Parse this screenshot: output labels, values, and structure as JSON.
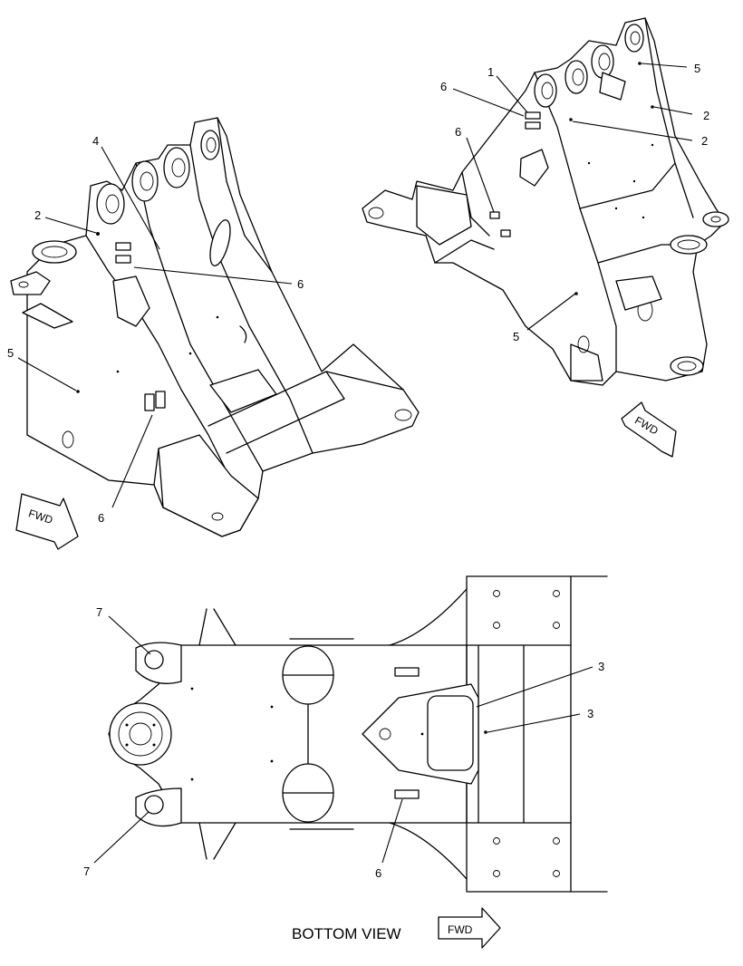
{
  "top_left_view": {
    "callouts": [
      "4",
      "2",
      "6",
      "5",
      "6"
    ],
    "fwd_label": "FWD"
  },
  "top_right_view": {
    "callouts": [
      "1",
      "6",
      "6",
      "5",
      "2",
      "2",
      "5"
    ],
    "fwd_label": "FWD"
  },
  "bottom_view": {
    "callouts": [
      "7",
      "7",
      "3",
      "3",
      "6"
    ],
    "caption": "BOTTOM VIEW",
    "fwd_label": "FWD"
  }
}
